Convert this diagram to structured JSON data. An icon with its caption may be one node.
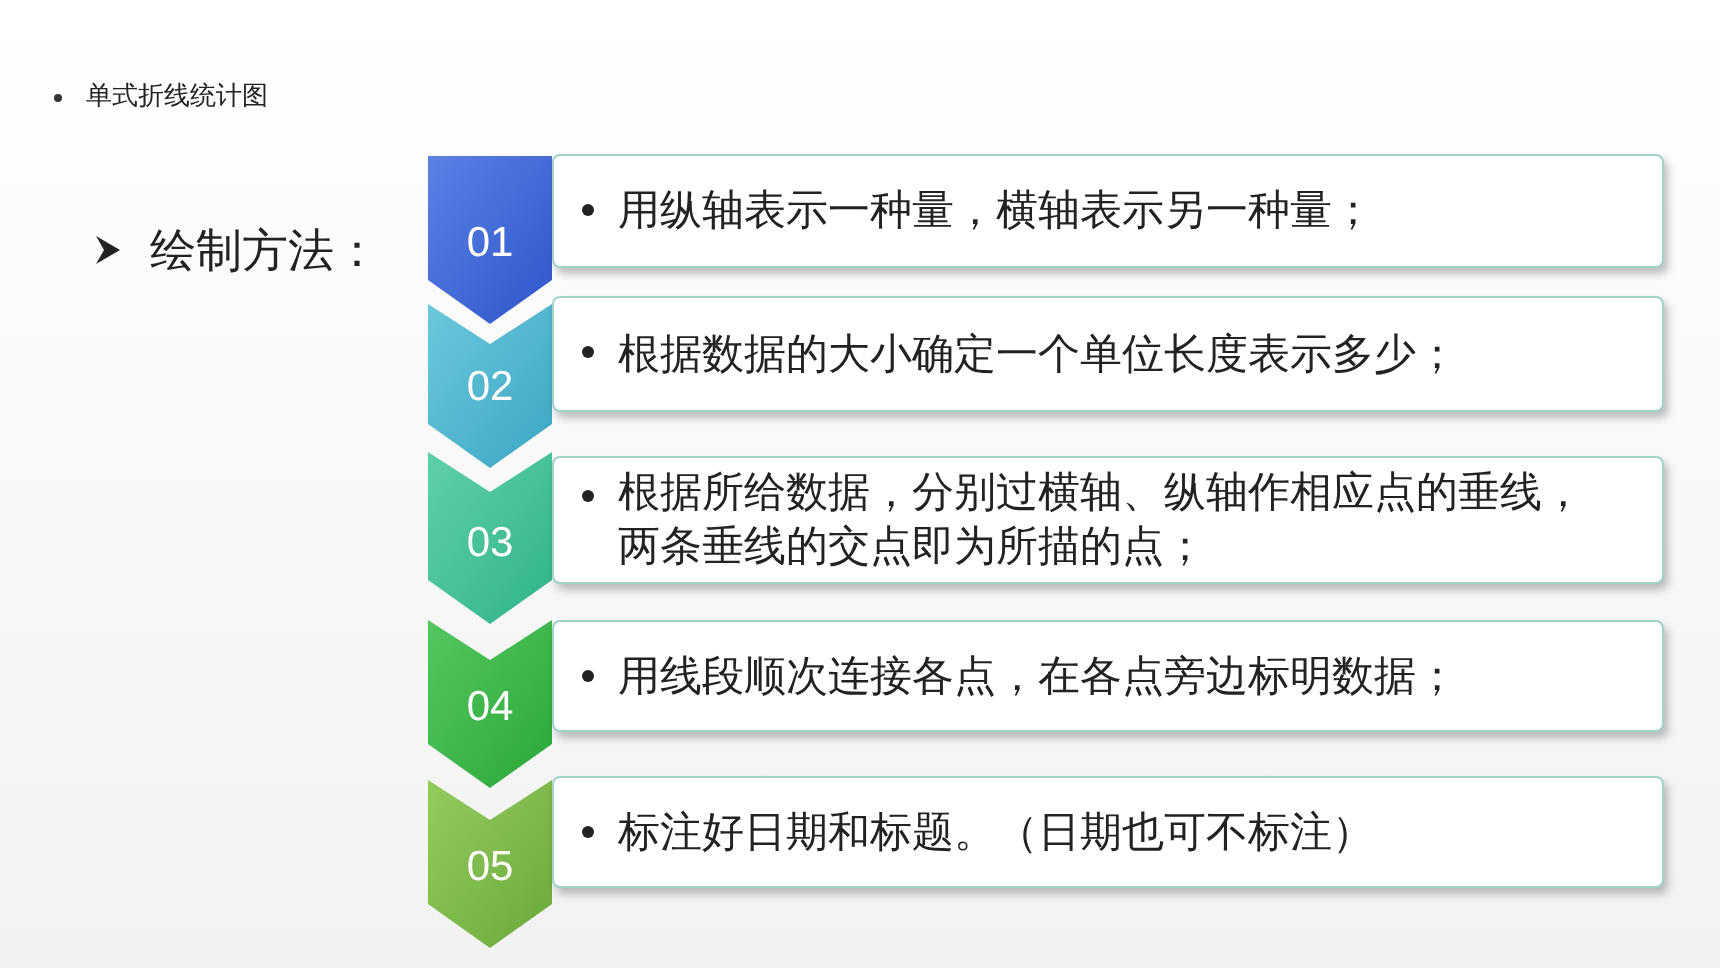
{
  "diagram": {
    "title": "单式折线统计图",
    "nodes": [
      {
        "text": [
          "01"
        ]
      },
      {
        "text": [
          "用纵轴表示一种量，横轴表示另一种量；"
        ]
      },
      {
        "text": [
          "02"
        ]
      },
      {
        "text": [
          "根据数据的大小确定一个单位长度表示多少；"
        ]
      },
      {
        "text": [
          "03"
        ]
      },
      {
        "text": [
          "根据所给数据，分别过横轴、纵轴作相应点的垂线，两条垂线的交点即为所描的点；"
        ]
      },
      {
        "text": [
          "04"
        ]
      },
      {
        "text": [
          "用线段顺次连接各点，在各点旁边标明数据；"
        ]
      },
      {
        "text": [
          "05"
        ]
      },
      {
        "text": [
          "标注好日期和标题。（日期也可不标注）"
        ]
      }
    ],
    "labels": [
      "绘制方法："
    ]
  }
}
